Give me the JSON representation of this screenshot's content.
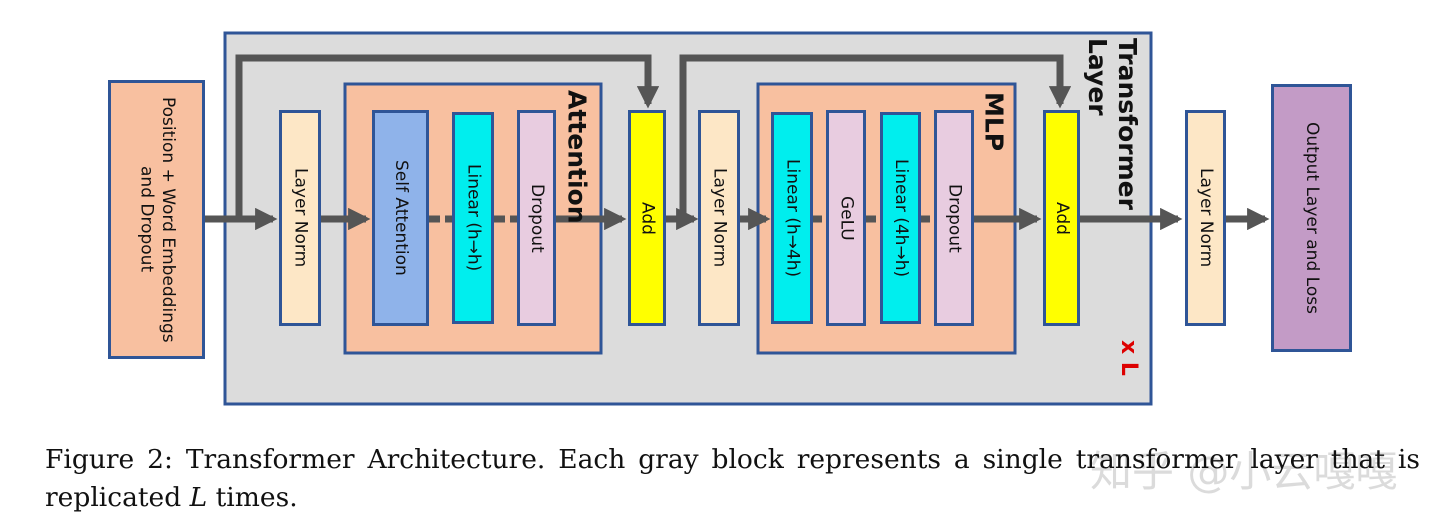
{
  "colors": {
    "outer_fill": "#dcdcdc",
    "border": "#2f5597",
    "arrow": "#555555",
    "embed_fill": "#f8c0a0",
    "group_fill": "#f8c0a0",
    "layernorm_fill": "#fde7c6",
    "selfattn_fill": "#8fb3ea",
    "linear_fill": "#00eeee",
    "dropout_fill": "#e8cce0",
    "add_fill": "#ffff00",
    "output_fill": "#c39bc6",
    "xl_color": "#dd0000"
  },
  "diagram": {
    "embed": "Position + Word Embeddings and Dropout",
    "layer_norm_1": "Layer Norm",
    "attention_title": "Attention",
    "self_attention": "Self Attention",
    "linear_attn": "Linear (h→h)",
    "dropout_attn": "Dropout",
    "add_1": "Add",
    "layer_norm_2": "Layer Norm",
    "mlp_title": "MLP",
    "linear_up": "Linear (h→4h)",
    "gelu": "GeLU",
    "linear_down": "Linear (4h→h)",
    "dropout_mlp": "Dropout",
    "add_2": "Add",
    "transformer_title": "Transformer Layer",
    "repeat_label": "x L",
    "layer_norm_final": "Layer Norm",
    "output": "Output Layer and Loss"
  },
  "caption": {
    "text_before": "Figure 2: Transformer Architecture. Each gray block represents a single transformer layer that is replicated ",
    "italic_var": "L",
    "text_after": " times."
  },
  "watermark": "知乎 @小云嘎嘎"
}
